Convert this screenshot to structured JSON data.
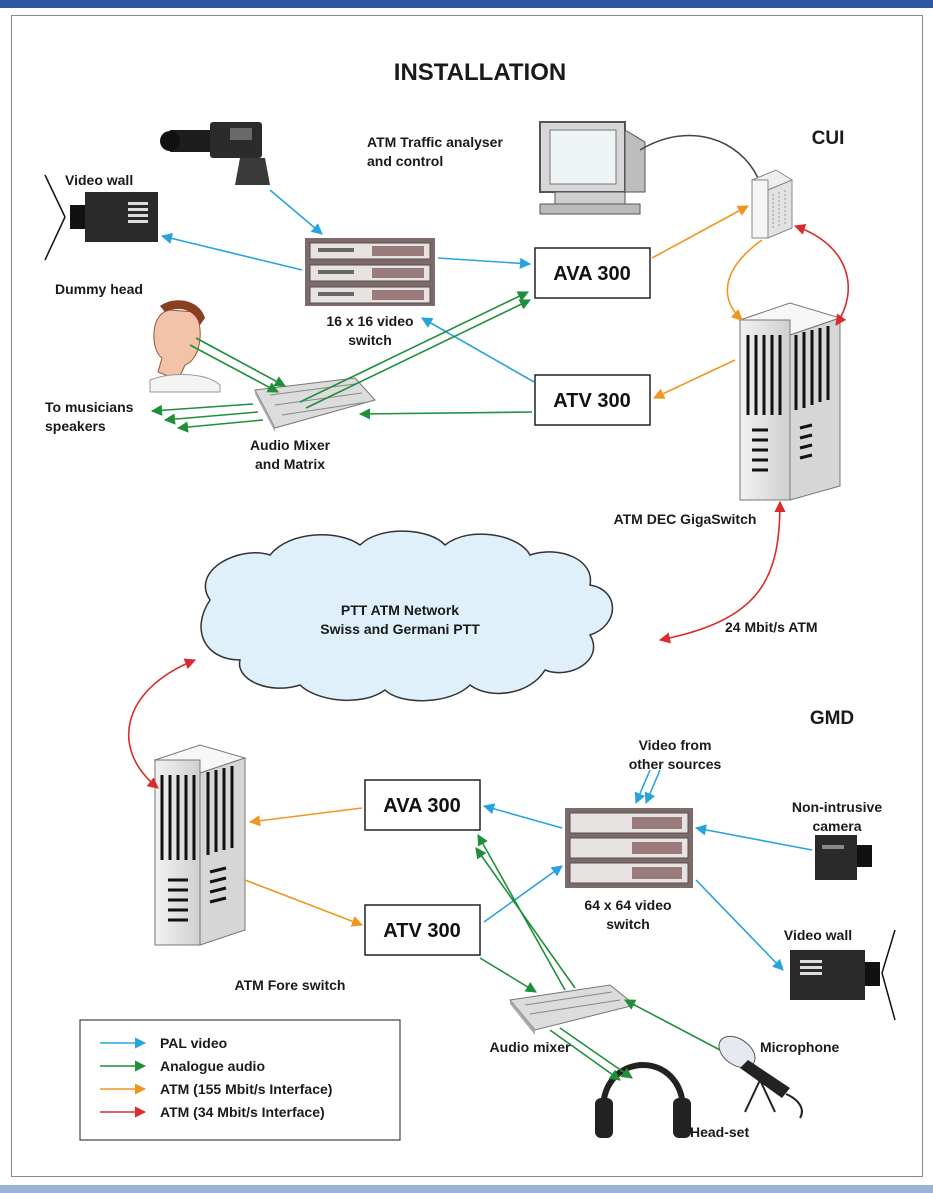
{
  "title": "INSTALLATION",
  "sites": {
    "top": "CUI",
    "bottom": "GMD"
  },
  "labels": {
    "atm_traffic_1": "ATM Traffic analyser",
    "atm_traffic_2": "and control",
    "video_wall_top": "Video wall",
    "dummy_head": "Dummy head",
    "switch16_1": "16 x 16 video",
    "switch16_2": "switch",
    "musicians_1": "To musicians",
    "musicians_2": "speakers",
    "audio_mixer_matrix_1": "Audio Mixer",
    "audio_mixer_matrix_2": "and Matrix",
    "ava_top": "AVA 300",
    "atv_top": "ATV 300",
    "dec_gigaswitch": "ATM DEC GigaSwitch",
    "ptt_1": "PTT ATM Network",
    "ptt_2": "Swiss and Germani PTT",
    "atm_24": "24 Mbit/s ATM",
    "video_other_1": "Video from",
    "video_other_2": "other sources",
    "non_intrusive_1": "Non-intrusive",
    "non_intrusive_2": "camera",
    "ava_bottom": "AVA 300",
    "atv_bottom": "ATV 300",
    "switch64_1": "64 x 64 video",
    "switch64_2": "switch",
    "video_wall_bottom": "Video wall",
    "fore_switch": "ATM Fore switch",
    "audio_mixer": "Audio mixer",
    "microphone": "Microphone",
    "headset": "Head-set"
  },
  "legend": [
    {
      "label": "PAL video",
      "color": "#29a3dd"
    },
    {
      "label": "Analogue audio",
      "color": "#1f8f3a"
    },
    {
      "label": "ATM (155 Mbit/s Interface)",
      "color": "#f0951f"
    },
    {
      "label": "ATM (34 Mbit/s Interface)",
      "color": "#d92b2b"
    }
  ],
  "colors": {
    "pal_video": "#29a3dd",
    "analogue_audio": "#1f8f3a",
    "atm_155": "#f0951f",
    "atm_34": "#d92b2b",
    "accent_bar": "#2f55a4"
  }
}
